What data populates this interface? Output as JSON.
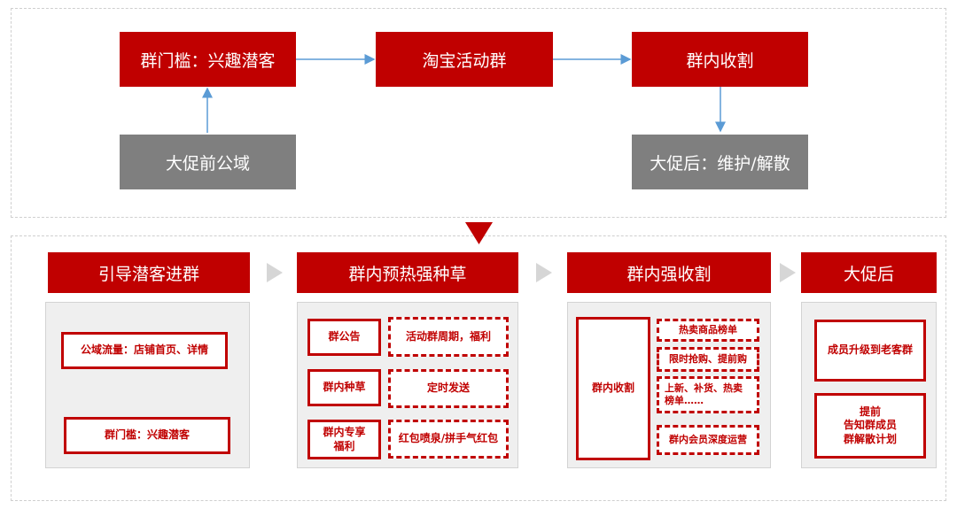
{
  "top_flow": {
    "node_threshold": "群门槛：兴趣潜客",
    "node_taobao_group": "淘宝活动群",
    "node_harvest": "群内收割",
    "node_public_domain": "大促前公域",
    "node_after_promo": "大促后：维护/解散"
  },
  "stages": [
    {
      "title": "引导潜客进群",
      "items": [
        "公域流量：店铺首页、详情",
        "群门槛：兴趣潜客"
      ]
    },
    {
      "title": "群内预热强种草",
      "rows": [
        {
          "label": "群公告",
          "detail": "活动群周期，福利"
        },
        {
          "label": "群内种草",
          "detail": "定时发送"
        },
        {
          "label": "群内专享\n福利",
          "detail": "红包喷泉/拼手气红包"
        }
      ]
    },
    {
      "title": "群内强收割",
      "main": "群内收割",
      "items": [
        "热卖商品榜单",
        "限时抢购、提前购",
        "上新、补货、热卖榜单……",
        "群内会员深度运营"
      ]
    },
    {
      "title": "大促后",
      "items": [
        "成员升级到老客群",
        "提前\n告知群成员\n群解散计划"
      ]
    }
  ],
  "colors": {
    "accent": "#c00000",
    "gray": "#7f7f7f",
    "arrow": "#5b9bd5"
  }
}
